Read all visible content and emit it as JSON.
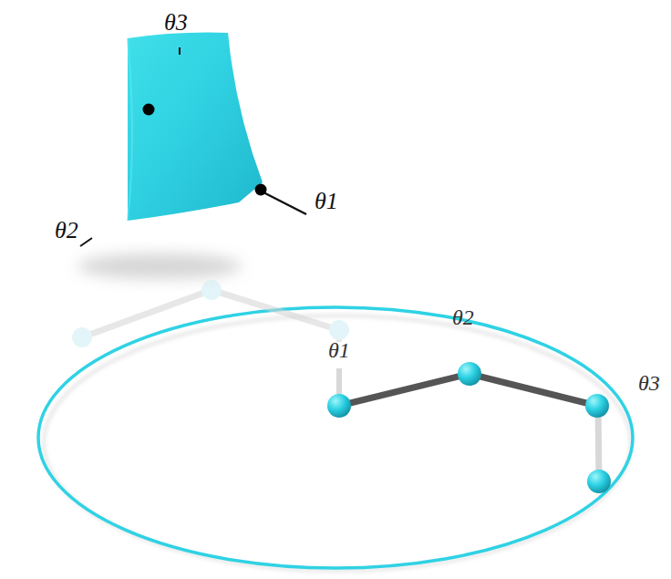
{
  "diagram": {
    "labels": [
      "θ3",
      "θ1",
      "θ2",
      "θ2",
      "θ1",
      "θ3"
    ]
  }
}
